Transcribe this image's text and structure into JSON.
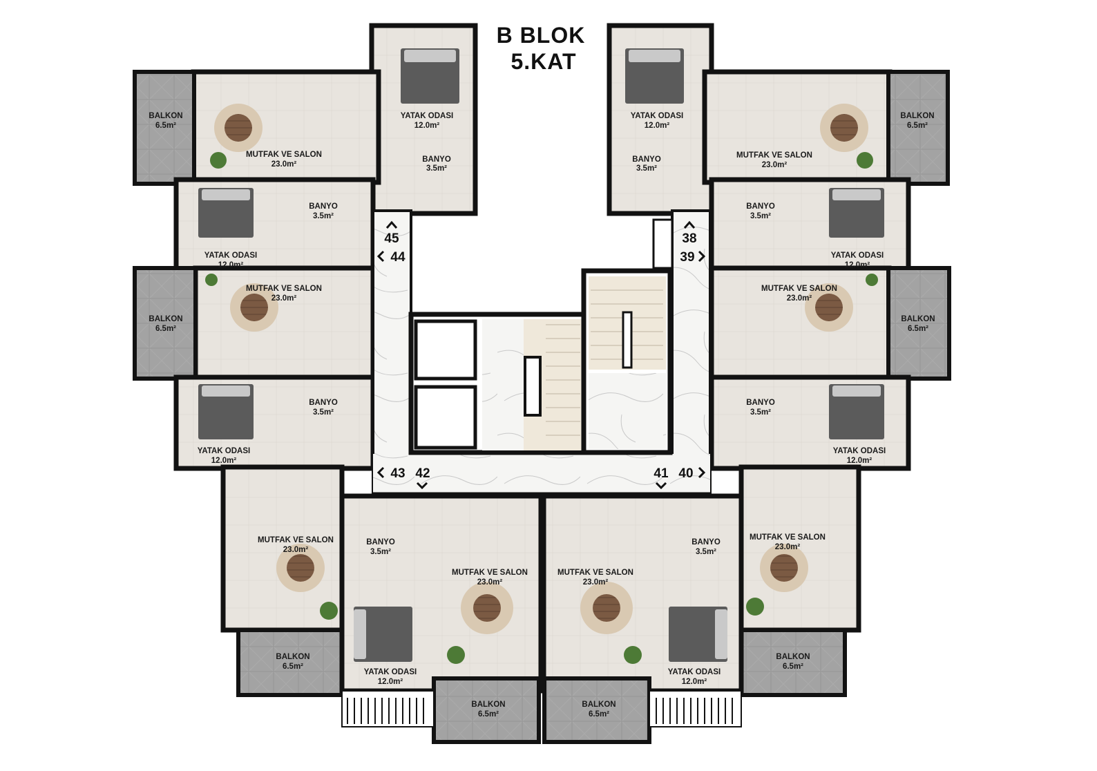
{
  "title": {
    "line1": "B BLOK",
    "line2": "5.KAT"
  },
  "labels": {
    "balkon": "BALKON",
    "balkon_area": "6.5m²",
    "mutfak": "MUTFAK VE SALON",
    "mutfak_area": "23.0m²",
    "yatak": "YATAK ODASI",
    "yatak_area": "12.0m²",
    "banyo": "BANYO",
    "banyo_area": "3.5m²"
  },
  "units": [
    {
      "number": "45",
      "arrow": "up"
    },
    {
      "number": "44",
      "arrow": "left"
    },
    {
      "number": "43",
      "arrow": "left"
    },
    {
      "number": "42",
      "arrow": "down"
    },
    {
      "number": "41",
      "arrow": "down"
    },
    {
      "number": "40",
      "arrow": "right"
    },
    {
      "number": "39",
      "arrow": "right"
    },
    {
      "number": "38",
      "arrow": "up"
    }
  ],
  "colors": {
    "wall": "#121212",
    "floor": "#e9e5df",
    "balcony": "#9a9a9a",
    "corridor_marble": "#f4f4f2",
    "bed": "#5b5b5b",
    "wood": "#8a6a52",
    "sofa": "#d8cfc2",
    "plant": "#4d7a36"
  }
}
